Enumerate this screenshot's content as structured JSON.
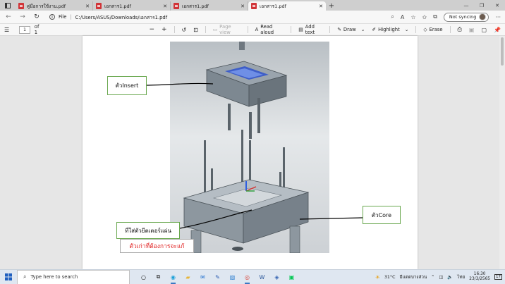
{
  "browser": {
    "tabs": [
      {
        "title": "คู่มือการใช้งาน.pdf",
        "active": false
      },
      {
        "title": "เอกสาร1.pdf",
        "active": false
      },
      {
        "title": "เอกสาร1.pdf",
        "active": false
      },
      {
        "title": "เอกสาร1.pdf",
        "active": true
      }
    ],
    "address": {
      "prefix": "File",
      "path": "C:/Users/ASUS/Downloads/เอกสาร1.pdf"
    },
    "sync_label": "Not syncing"
  },
  "pdf_toolbar": {
    "page_number": "1",
    "page_total": "of 1",
    "page_view": "Page view",
    "read_aloud": "Read aloud",
    "add_text": "Add text",
    "draw": "Draw",
    "highlight": "Highlight",
    "erase": "Erase"
  },
  "document": {
    "callouts": {
      "insert": "ตัวInsert",
      "core": "ตัวCore",
      "ejector": "ที่ใส่ตัวยีตเตอร์แผ่น",
      "fix": "ตัวเก่าที่ต้องการจะแก้"
    }
  },
  "taskbar": {
    "search_placeholder": "Type here to search",
    "weather": "31°C",
    "weather_desc": "มีแดดบางส่วน",
    "lang": "ไทย",
    "time": "16:30",
    "date": "23/3/2565",
    "notification_count": "17"
  },
  "colors": {
    "pdf_red": "#d13438",
    "callout_green": "#6aa84f",
    "fix_red": "#e02020"
  }
}
